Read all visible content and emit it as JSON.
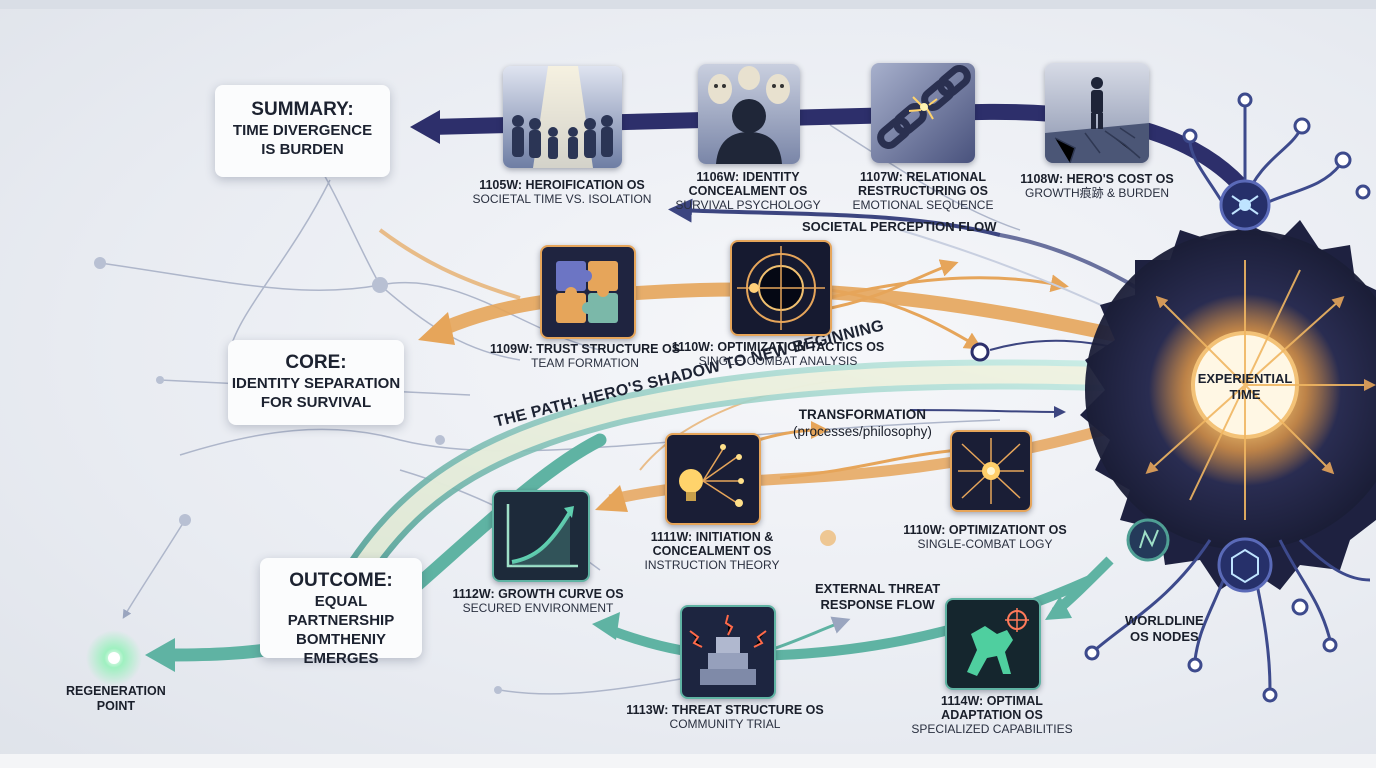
{
  "boxes": {
    "summary": {
      "title": "SUMMARY:",
      "line1": "TIME DIVERGENCE",
      "line2": "IS BURDEN"
    },
    "core": {
      "title": "CORE:",
      "line1": "IDENTITY SEPARATION",
      "line2": "FOR SURVIVAL"
    },
    "outcome": {
      "title": "OUTCOME:",
      "line1": "EQUAL PARTNERSHIP",
      "line2": "BOMTHENIY",
      "line3": "EMERGES"
    }
  },
  "center": {
    "line1": "EXPERIENTIAL",
    "line2": "TIME"
  },
  "path_label": "THE PATH: HERO'S SHADOW TO NEW BEGINNING",
  "transformation": {
    "line1": "TRANSFORMATION",
    "line2": "(processes/philosophy)"
  },
  "flows": {
    "societal": "SOCIETAL PERCEPTION FLOW",
    "external_line1": "EXTERNAL THREAT",
    "external_line2": "RESPONSE FLOW",
    "worldline_line1": "WORLDLINE",
    "worldline_line2": "OS NODES",
    "regen_line1": "REGENERATION",
    "regen_line2": "POINT"
  },
  "nodes": [
    {
      "title": "1105W: HEROIFICATION OS",
      "subtitle": "SOCIETAL TIME VS. ISOLATION",
      "icon": "crowd-bowing-icon"
    },
    {
      "title": "1106W: IDENTITY",
      "title2": "CONCEALMENT OS",
      "subtitle": "SURVIVAL PSYCHOLOGY",
      "icon": "masks-icon"
    },
    {
      "title": "1107W: RELATIONAL",
      "title2": "RESTRUCTURING OS",
      "subtitle": "EMOTIONAL SEQUENCE",
      "icon": "broken-chain-icon"
    },
    {
      "title": "1108W: HERO'S COST OS",
      "subtitle": "GROWTH痕跡 & BURDEN",
      "icon": "lone-figure-icon"
    },
    {
      "title": "1109W: TRUST STRUCTURE OS",
      "subtitle": "TEAM FORMATION",
      "icon": "puzzle-icon"
    },
    {
      "title": "1110W: OPTIMIZATION TACTICS OS",
      "subtitle": "SINGLE-COMBAT ANALYSIS",
      "icon": "target-icon"
    },
    {
      "title": "1111W: INITIATION &",
      "title2": "CONCEALMENT OS",
      "subtitle": "INSTRUCTION THEORY",
      "icon": "lightbulb-icon"
    },
    {
      "title": "1110W: OPTIMIZATIONT OS",
      "subtitle": "SINGLE-COMBAT LOGY",
      "icon": "burst-icon"
    },
    {
      "title": "1112W: GROWTH CURVE OS",
      "subtitle": "SECURED ENVIRONMENT",
      "icon": "growth-chart-icon"
    },
    {
      "title": "1113W: THREAT STRUCTURE OS",
      "subtitle": "COMMUNITY TRIAL",
      "icon": "pyramid-icon"
    },
    {
      "title": "1114W: OPTIMAL",
      "title2": "ADAPTATION OS",
      "subtitle": "SPECIALIZED CAPABILITIES",
      "icon": "creature-icon"
    }
  ],
  "colors": {
    "navy": "#2d2f6b",
    "orange": "#e6a55a",
    "teal": "#5fb3a3",
    "core": "#1c2038",
    "glow": "#ffd27a"
  }
}
